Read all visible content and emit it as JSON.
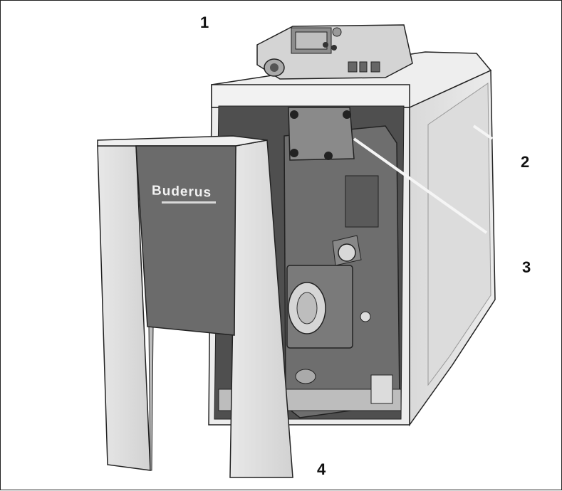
{
  "brand": "Buderus",
  "callouts": [
    {
      "id": "1",
      "label": "1"
    },
    {
      "id": "2",
      "label": "2"
    },
    {
      "id": "3",
      "label": "3"
    },
    {
      "id": "4",
      "label": "4"
    }
  ],
  "colors": {
    "outline": "#222222",
    "panel_light": "#e6e6e6",
    "panel_mid": "#c8c8c8",
    "panel_dark": "#7c7c7c",
    "interior": "#5e5e5e",
    "door": "#6a6a6a"
  }
}
